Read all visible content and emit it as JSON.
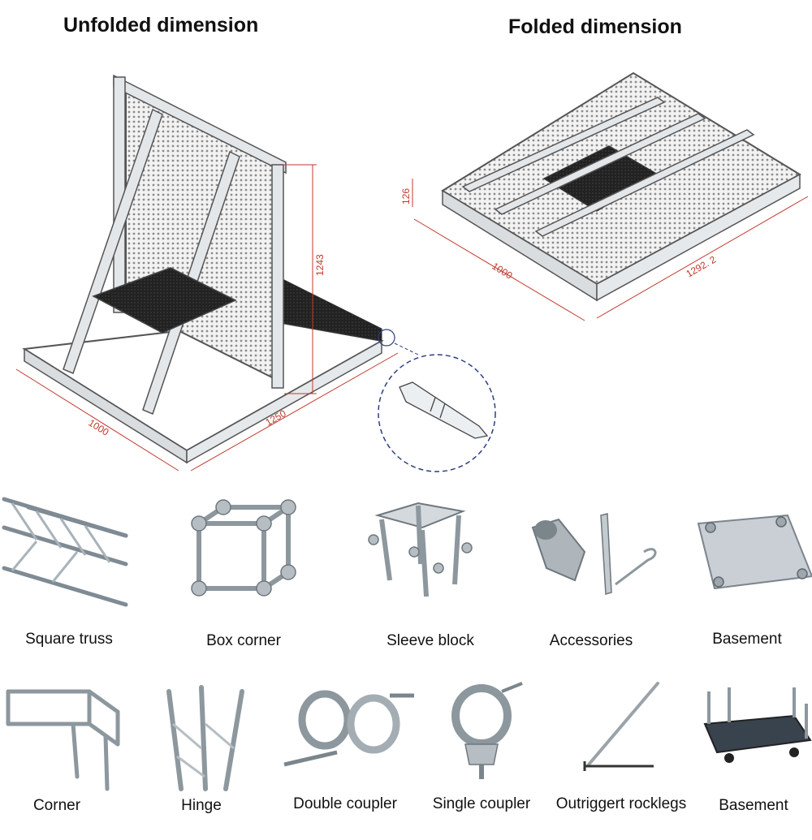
{
  "headings": {
    "unfolded": "Unfolded dimension",
    "folded": "Folded dimension"
  },
  "unfolded_dims": {
    "width": "1000",
    "depth": "1250",
    "height": "1243"
  },
  "folded_dims": {
    "width": "1000",
    "depth": "1292. 2",
    "height": "126"
  },
  "products_row1": [
    {
      "label": "Square truss",
      "icon": "square-truss-icon"
    },
    {
      "label": "Box corner",
      "icon": "box-corner-icon"
    },
    {
      "label": "Sleeve block",
      "icon": "sleeve-block-icon"
    },
    {
      "label": "Accessories",
      "icon": "accessories-icon"
    },
    {
      "label": "Basement",
      "icon": "base-plate-icon"
    }
  ],
  "products_row2": [
    {
      "label": "Corner",
      "icon": "corner-truss-icon"
    },
    {
      "label": "Hinge",
      "icon": "hinge-icon"
    },
    {
      "label": "Double coupler",
      "icon": "double-coupler-icon"
    },
    {
      "label": "Single coupler",
      "icon": "single-coupler-icon"
    },
    {
      "label": "Outriggert rocklegs",
      "icon": "outrigger-icon"
    },
    {
      "label": "Basement",
      "icon": "base-frame-icon"
    }
  ],
  "colors": {
    "dimension_line": "#c0392b",
    "frame_stroke": "#555555",
    "metal": "#c9ced3",
    "perforated": "#9a9a9a",
    "dark_panel": "#1e1e1e"
  }
}
